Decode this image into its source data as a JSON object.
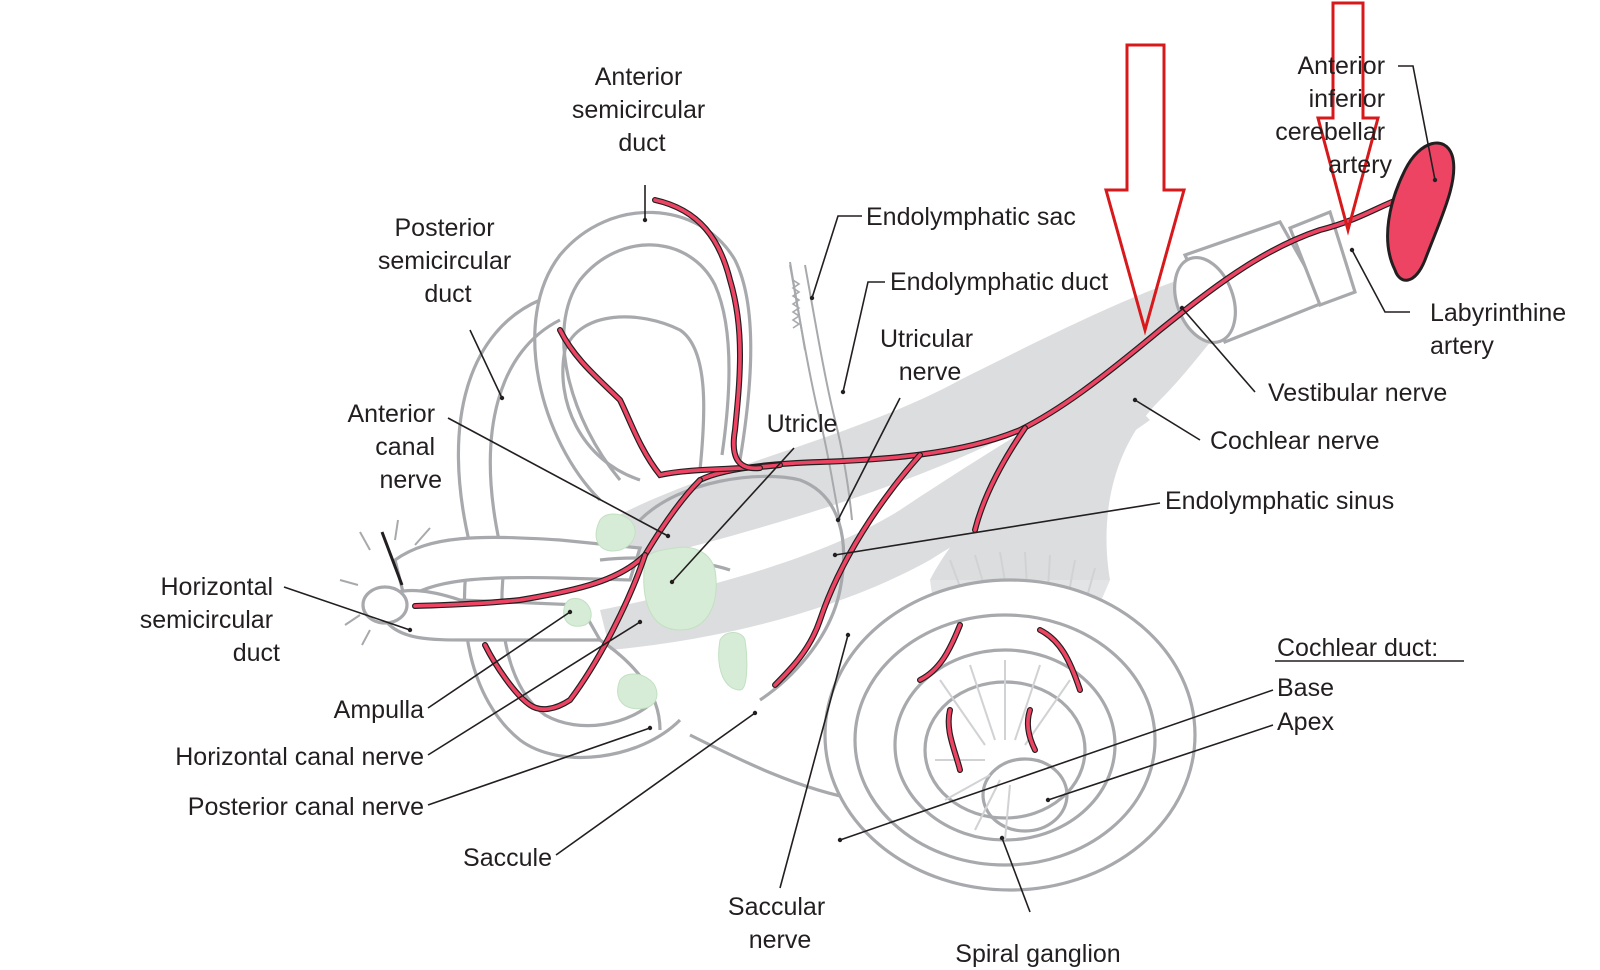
{
  "colors": {
    "artery": "#ed4464",
    "nerve": "#dcdddf",
    "outline": "#a7a9ac",
    "macula": "#d6ecd6",
    "arrow": "#d7191c",
    "text": "#231f20"
  },
  "labels": {
    "anterior_semicircular_duct": [
      "Anterior",
      "semicircular",
      "duct"
    ],
    "posterior_semicircular_duct": [
      "Posterior",
      "semicircular",
      "duct"
    ],
    "anterior_canal_nerve": [
      "Anterior",
      "canal",
      "nerve"
    ],
    "horizontal_semicircular_duct": [
      "Horizontal",
      "semicircular",
      "duct"
    ],
    "ampulla": "Ampulla",
    "horizontal_canal_nerve": "Horizontal canal nerve",
    "posterior_canal_nerve": "Posterior canal nerve",
    "saccule": "Saccule",
    "saccular_nerve": [
      "Saccular",
      "nerve"
    ],
    "spiral_ganglion": "Spiral ganglion",
    "utricle": "Utricle",
    "utricular_nerve": [
      "Utricular",
      "nerve"
    ],
    "endolymphatic_sac": "Endolymphatic sac",
    "endolymphatic_duct": "Endolymphatic duct",
    "endolymphatic_sinus": "Endolymphatic sinus",
    "vestibular_nerve": "Vestibular nerve",
    "cochlear_nerve": "Cochlear nerve",
    "labyrinthine_artery": [
      "Labyrinthine",
      "artery"
    ],
    "anterior_inferior_cerebellar_artery": [
      "Anterior",
      "inferior",
      "cerebellar",
      "artery"
    ],
    "cochlear_duct_heading": "Cochlear duct:",
    "base": "Base",
    "apex": "Apex"
  }
}
